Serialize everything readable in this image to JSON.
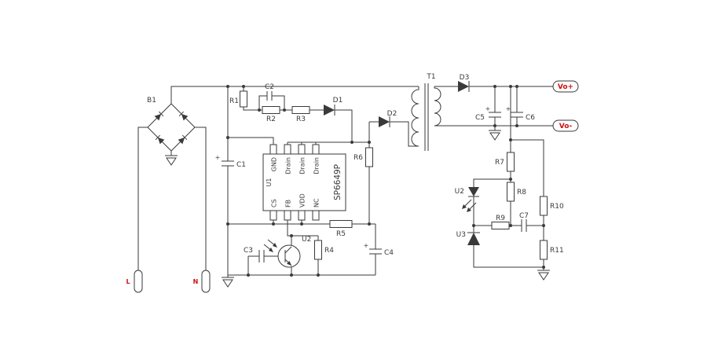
{
  "components": {
    "b1": "B1",
    "c1": "C1",
    "c2": "C2",
    "c3": "C3",
    "c4": "C4",
    "c5": "C5",
    "c6": "C6",
    "c7": "C7",
    "r1": "R1",
    "r2": "R2",
    "r3": "R3",
    "r4": "R4",
    "r5": "R5",
    "r6": "R6",
    "r7": "R7",
    "r8": "R8",
    "r9": "R9",
    "r10": "R10",
    "r11": "R11",
    "d1": "D1",
    "d2": "D2",
    "d3": "D3",
    "t1": "T1",
    "u1": "U1",
    "u2": "U2",
    "u3": "U3",
    "ic_part_number": "SP6649P"
  },
  "ic_pins": {
    "top": [
      "GND",
      "Drain",
      "Drain",
      "Drain"
    ],
    "bottom": [
      "CS",
      "FB",
      "VDD",
      "NC"
    ]
  },
  "terminals": {
    "ac_line": "L",
    "ac_neutral": "N",
    "output_positive": "Vo+",
    "output_negative": "Vo-"
  },
  "polarity_mark": "+",
  "colors": {
    "wire": "#3a3a3a",
    "label": "#3a3a3a",
    "terminal_text": "#cc1111",
    "background": "#ffffff"
  }
}
